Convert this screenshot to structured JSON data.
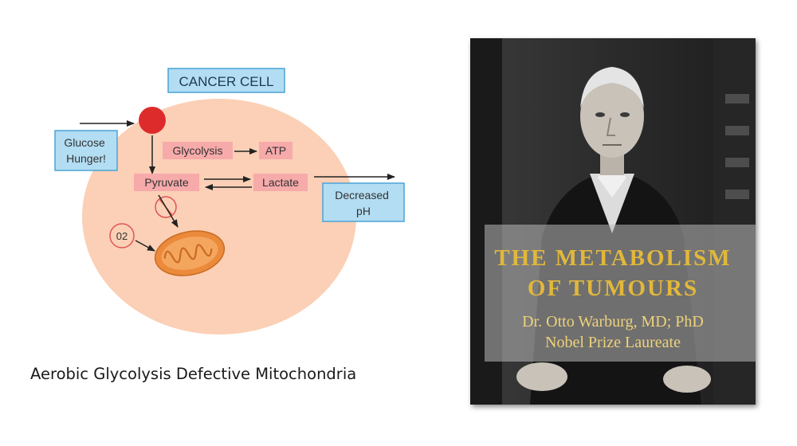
{
  "diagram": {
    "header": "CANCER CELL",
    "glucose": "Glucose Hunger!",
    "glycolysis": "Glycolysis",
    "atp": "ATP",
    "pyruvate": "Pyruvate",
    "lactate": "Lactate",
    "decreased_ph": "Decreased pH",
    "o2": "02",
    "colors": {
      "cell": "#fbd0b6",
      "label_box": "#f7aaaa",
      "info_box": "#b3ddf2",
      "info_border": "#4aa3d6",
      "glucose_dot": "#dd2b2b",
      "mitochondrion": "#eb8a3b"
    }
  },
  "caption": "Aerobic Glycolysis Defective Mitochondria",
  "book": {
    "title_line1": "THE METABOLISM",
    "title_line2": "OF TUMOURS",
    "author": "Dr. Otto Warburg, MD; PhD",
    "award": "Nobel Prize Laureate",
    "colors": {
      "title": "#e2b83a",
      "panel": "#b9b9b9"
    }
  }
}
